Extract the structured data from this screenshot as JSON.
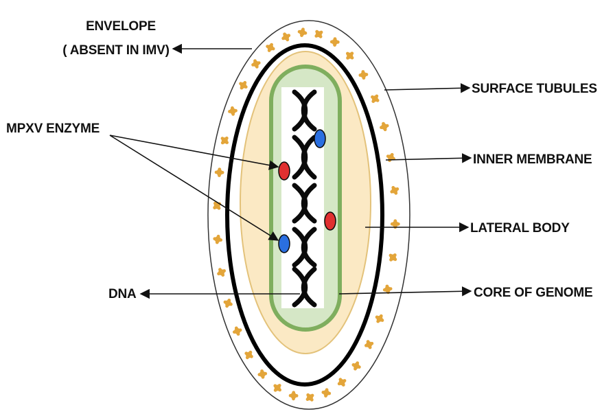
{
  "labels": {
    "envelope_line1": "ENVELOPE",
    "envelope_line2": "( ABSENT IN IMV)",
    "surface_tubules": "SURFACE TUBULES",
    "mpxv_enzyme": "MPXV ENZYME",
    "inner_membrane": "INNER MEMBRANE",
    "lateral_body": "LATERAL BODY",
    "dna": "DNA",
    "core_of_genome": "CORE OF GENOME"
  },
  "colors": {
    "envelope_stroke": "#333333",
    "inner_membrane": "#000000",
    "lateral_body_fill": "#fbe9c4",
    "lateral_body_stroke": "#e3c27a",
    "core_stroke": "#7fae5e",
    "core_fill": "#d5e7c6",
    "tubule": "#e3a53a",
    "dna": "#0a0a0a",
    "enzyme_red": "#e03030",
    "enzyme_blue": "#2a6fe0",
    "arrow": "#111111"
  }
}
